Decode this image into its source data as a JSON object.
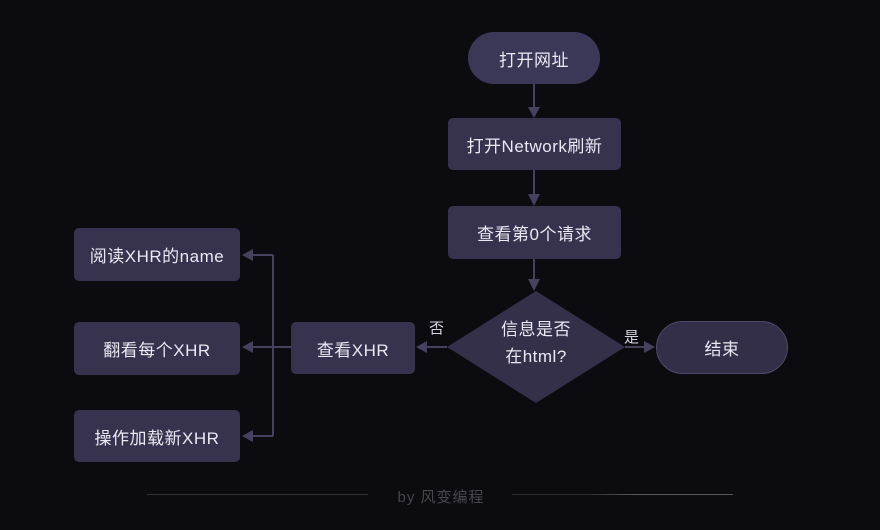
{
  "flowchart": {
    "nodes": [
      {
        "id": "open-url",
        "type": "start",
        "label": "打开网址"
      },
      {
        "id": "open-network-refresh",
        "type": "process",
        "label": "打开Network刷新"
      },
      {
        "id": "view-0th-request",
        "type": "process",
        "label": "查看第0个请求"
      },
      {
        "id": "info-in-html",
        "type": "decision",
        "lines": [
          "信息是否",
          "在html?"
        ]
      },
      {
        "id": "end",
        "type": "terminal",
        "label": "结束"
      },
      {
        "id": "view-xhr",
        "type": "process",
        "label": "查看XHR"
      },
      {
        "id": "read-xhr-name",
        "type": "process",
        "label": "阅读XHR的name"
      },
      {
        "id": "browse-each-xhr",
        "type": "process",
        "label": "翻看每个XHR"
      },
      {
        "id": "load-new-xhr",
        "type": "process",
        "label": "操作加载新XHR"
      }
    ],
    "edge_labels": {
      "yes": "是",
      "no": "否"
    },
    "colors": {
      "background": "#0c0b10",
      "process_fill": "#37334f",
      "start_fill": "#3b3757",
      "decision_fill": "#343049",
      "end_fill": "#332f49",
      "end_border": "#4d4969",
      "connector_line": "#45415e",
      "node_text": "#eae8f2",
      "edge_label_text": "#d6d4e0",
      "footer_text": "#47474d"
    }
  },
  "footer": {
    "credit": "by 风变编程"
  }
}
